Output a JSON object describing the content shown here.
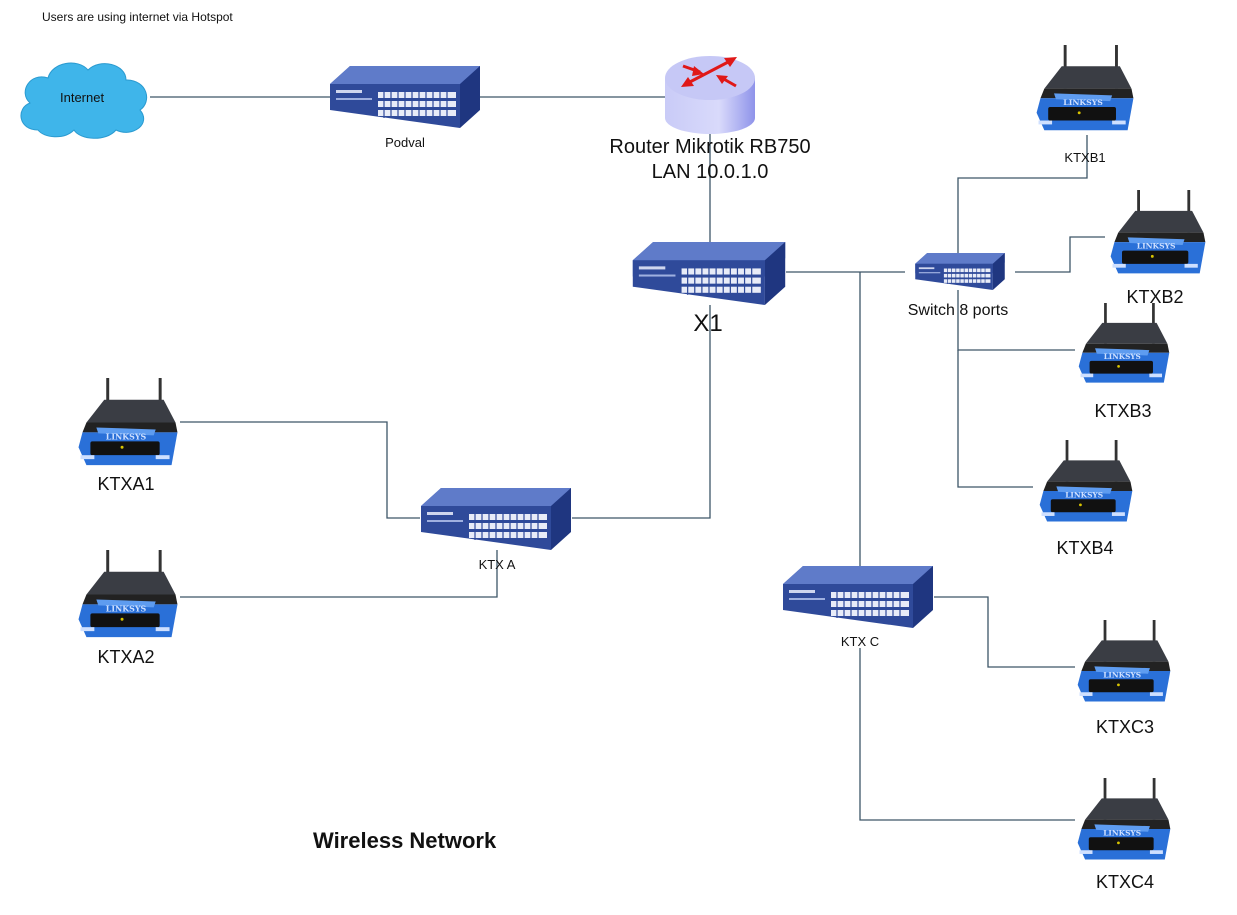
{
  "header_note": "Users are using internet via Hotspot",
  "footer_title": "Wireless Network",
  "colors": {
    "line": "#3d5668",
    "switch": "#3a56a8",
    "router_cylinder": "#b9bcf5",
    "router_arrows": "#e01818",
    "wifi_blue": "#2a70d8",
    "cloud": "#3fb5ea"
  },
  "nodes": {
    "internet": {
      "label": "Internet",
      "icon": "cloud-icon"
    },
    "podval": {
      "label": "Podval",
      "icon": "switch-icon"
    },
    "router": {
      "label_line1": "Router Mikrotik RB750",
      "label_line2": "LAN 10.0.1.0",
      "icon": "router-icon"
    },
    "x1": {
      "label": "X1",
      "icon": "switch-icon"
    },
    "switch8": {
      "label": "Switch 8 ports",
      "icon": "switch-icon"
    },
    "ktxa": {
      "label": "KTX A",
      "icon": "switch-icon"
    },
    "ktxc": {
      "label": "KTX C",
      "icon": "switch-icon"
    },
    "ktxa1": {
      "label": "KTXA1",
      "icon": "wireless-router-icon"
    },
    "ktxa2": {
      "label": "KTXA2",
      "icon": "wireless-router-icon"
    },
    "ktxb1": {
      "label": "KTXB1",
      "icon": "wireless-router-icon"
    },
    "ktxb2": {
      "label": "KTXB2",
      "icon": "wireless-router-icon"
    },
    "ktxb3": {
      "label": "KTXB3",
      "icon": "wireless-router-icon"
    },
    "ktxb4": {
      "label": "KTXB4",
      "icon": "wireless-router-icon"
    },
    "ktxc3": {
      "label": "KTXC3",
      "icon": "wireless-router-icon"
    },
    "ktxc4": {
      "label": "KTXC4",
      "icon": "wireless-router-icon"
    }
  },
  "links": [
    [
      "internet",
      "podval"
    ],
    [
      "podval",
      "router"
    ],
    [
      "router",
      "x1"
    ],
    [
      "x1",
      "ktxa"
    ],
    [
      "ktxa",
      "ktxa1"
    ],
    [
      "ktxa",
      "ktxa2"
    ],
    [
      "x1",
      "switch8"
    ],
    [
      "x1",
      "ktxc"
    ],
    [
      "switch8",
      "ktxb1"
    ],
    [
      "switch8",
      "ktxb2"
    ],
    [
      "switch8",
      "ktxb3"
    ],
    [
      "switch8",
      "ktxb4"
    ],
    [
      "ktxc",
      "ktxc3"
    ],
    [
      "ktxc",
      "ktxc4"
    ]
  ]
}
